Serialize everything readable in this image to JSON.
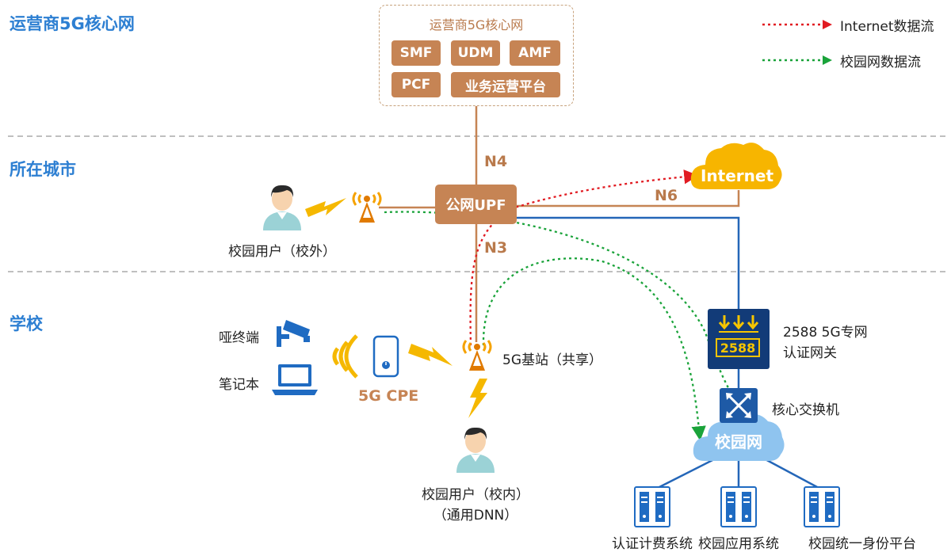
{
  "zones": {
    "core": "运营商5G核心网",
    "city": "所在城市",
    "school": "学校"
  },
  "core_network": {
    "title": "运营商5G核心网",
    "functions": [
      "SMF",
      "UDM",
      "AMF",
      "PCF",
      "业务运营平台"
    ]
  },
  "upf": {
    "label": "公网UPF"
  },
  "interfaces": {
    "n4": "N4",
    "n3": "N3",
    "n6": "N6"
  },
  "internet": {
    "label": "Internet"
  },
  "legend": [
    {
      "label": "Internet数据流",
      "color": "#e11b22"
    },
    {
      "label": "校园网数据流",
      "color": "#1aa33a"
    }
  ],
  "devices": {
    "off_campus_user": "校园用户（校外）",
    "dumb_terminal": "哑终端",
    "laptop": "笔记本",
    "cpe": "5G CPE",
    "base_station": "5G基站（共享）",
    "on_campus_user_line1": "校园用户（校内）",
    "on_campus_user_line2": "（通用DNN）",
    "gateway_line1": "2588 5G专网",
    "gateway_line2": "认证网关",
    "gateway_badge": "2588",
    "core_switch": "核心交换机",
    "campus_net": "校园网"
  },
  "servers": [
    "认证计费系统",
    "校园应用系统",
    "校园统一身份平台"
  ],
  "colors": {
    "brand_blue": "#2d7fd2",
    "upf_brown": "#c68454",
    "lightning": "#f5b800",
    "cloud_orange": "#f7b500",
    "cloud_blue": "#8fc4ef",
    "navy": "#123b78",
    "device_blue": "#1f6bc2"
  }
}
